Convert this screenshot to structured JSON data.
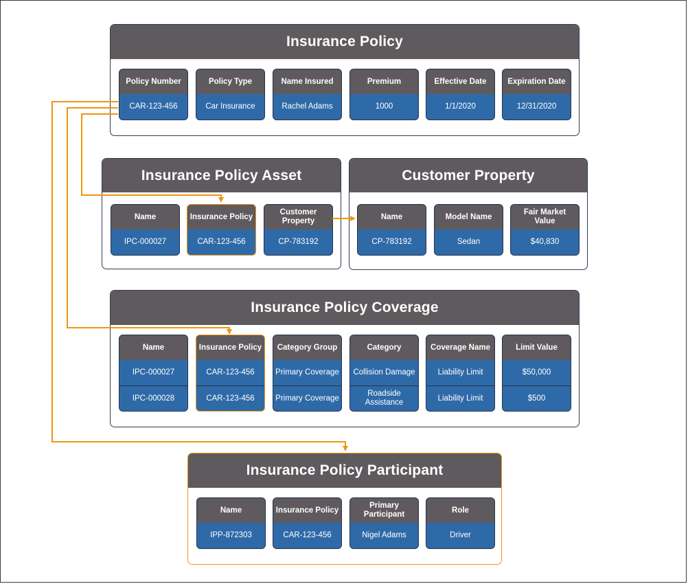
{
  "policy": {
    "title": "Insurance Policy",
    "fields": [
      {
        "label": "Policy Number",
        "value": "CAR-123-456"
      },
      {
        "label": "Policy Type",
        "value": "Car Insurance"
      },
      {
        "label": "Name Insured",
        "value": "Rachel Adams"
      },
      {
        "label": "Premium",
        "value": "1000"
      },
      {
        "label": "Effective Date",
        "value": "1/1/2020"
      },
      {
        "label": "Expiration Date",
        "value": "12/31/2020"
      }
    ]
  },
  "asset": {
    "title": "Insurance Policy Asset",
    "fields": [
      {
        "label": "Name",
        "value": "IPC-000027"
      },
      {
        "label": "Insurance Policy",
        "value": "CAR-123-456"
      },
      {
        "label": "Customer Property",
        "value": "CP-783192"
      }
    ]
  },
  "property": {
    "title": "Customer Property",
    "fields": [
      {
        "label": "Name",
        "value": "CP-783192"
      },
      {
        "label": "Model Name",
        "value": "Sedan"
      },
      {
        "label": "Fair Market Value",
        "value": "$40,830"
      }
    ]
  },
  "coverage": {
    "title": "Insurance Policy Coverage",
    "fields": [
      {
        "label": "Name",
        "values": [
          "IPC-000027",
          "IPC-000028"
        ]
      },
      {
        "label": "Insurance Policy",
        "values": [
          "CAR-123-456",
          "CAR-123-456"
        ]
      },
      {
        "label": "Category Group",
        "values": [
          "Primary Coverage",
          "Primary Coverage"
        ]
      },
      {
        "label": "Category",
        "values": [
          "Collision Damage",
          "Roadside Assistance"
        ]
      },
      {
        "label": "Coverage Name",
        "values": [
          "Liability Limit",
          "Liability Limit"
        ]
      },
      {
        "label": "Limit Value",
        "values": [
          "$50,000",
          "$500"
        ]
      }
    ]
  },
  "participant": {
    "title": "Insurance Policy Participant",
    "fields": [
      {
        "label": "Name",
        "value": "IPP-872303"
      },
      {
        "label": "Insurance Policy",
        "value": "CAR-123-456"
      },
      {
        "label": "Primary Participant",
        "value": "Nigel Adams"
      },
      {
        "label": "Role",
        "value": "Driver"
      }
    ]
  },
  "colors": {
    "connector": "#f0960f",
    "header": "#5f5a5e",
    "value_cell": "#2f6aa8",
    "border": "#24324a"
  }
}
